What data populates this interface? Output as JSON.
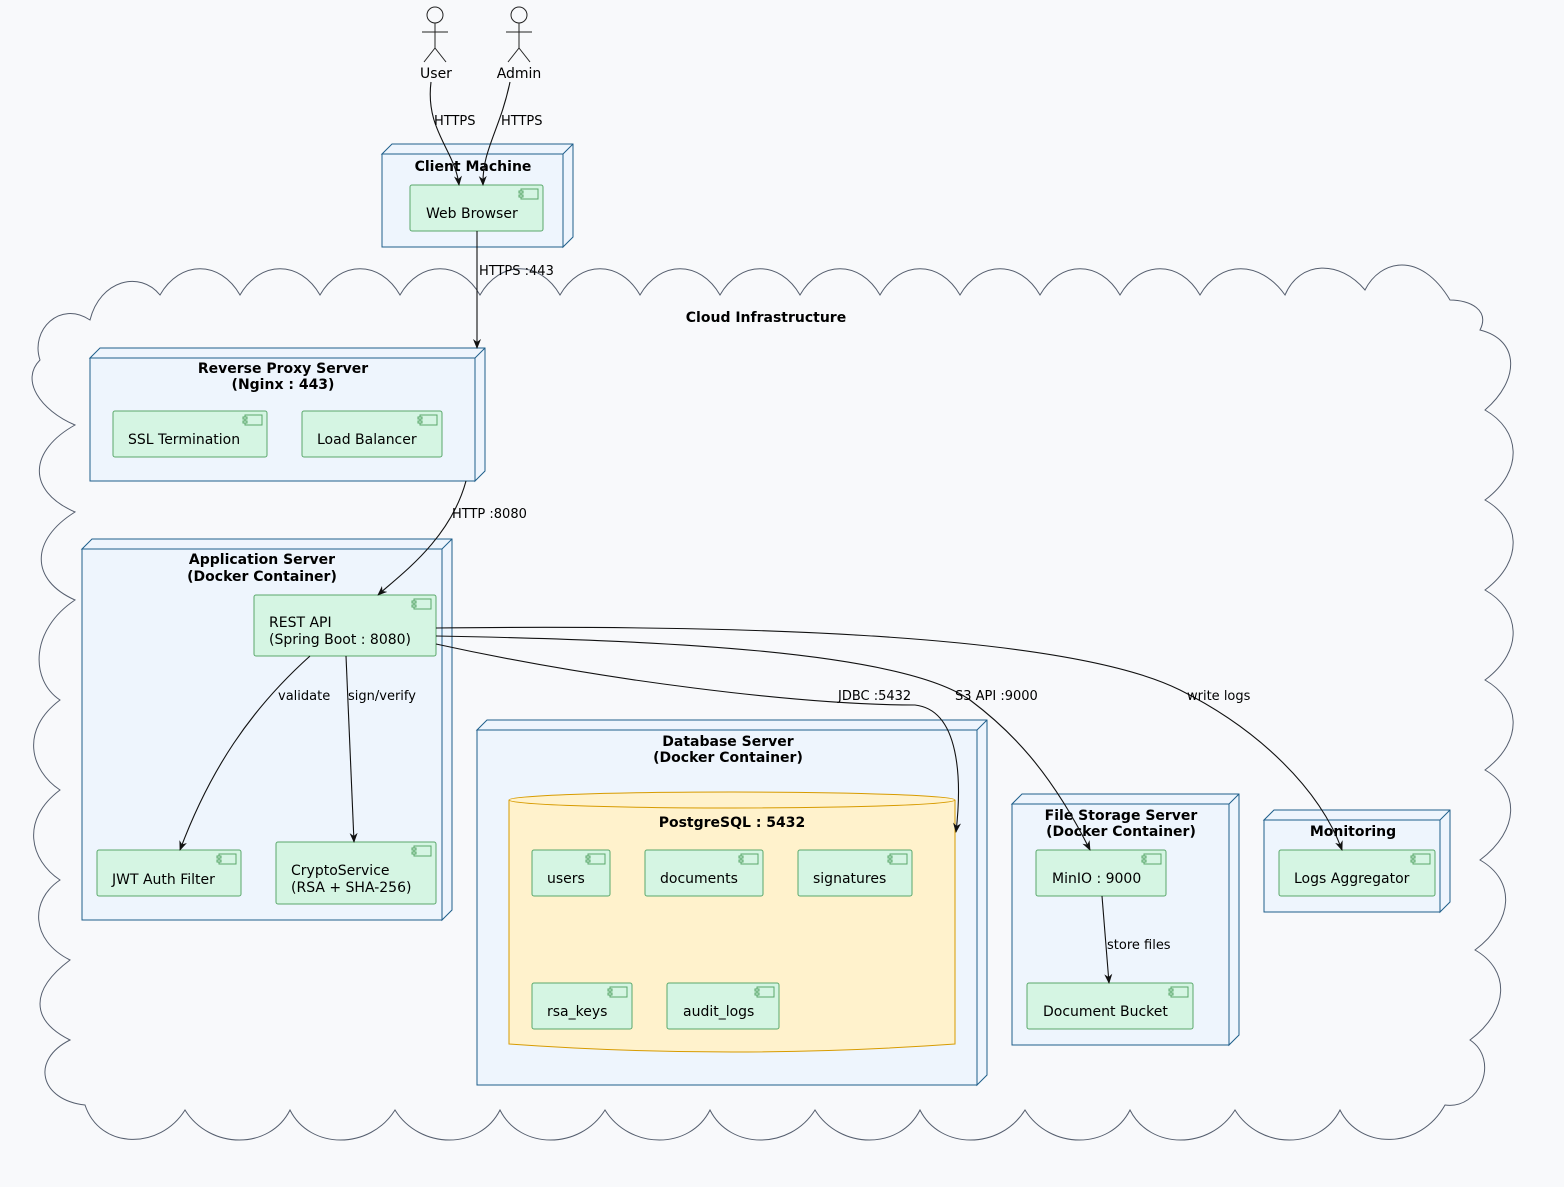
{
  "diagram": {
    "actors": {
      "user": "User",
      "admin": "Admin"
    },
    "cloud": {
      "title": "Cloud Infrastructure"
    },
    "nodes": {
      "client": {
        "title": "Client Machine"
      },
      "proxy": {
        "title_line1": "Reverse Proxy Server",
        "title_line2": "(Nginx : 443)"
      },
      "app": {
        "title_line1": "Application Server",
        "title_line2": "(Docker Container)"
      },
      "db": {
        "title_line1": "Database Server",
        "title_line2": "(Docker Container)"
      },
      "files": {
        "title_line1": "File Storage Server",
        "title_line2": "(Docker Container)"
      },
      "monitoring": {
        "title": "Monitoring"
      }
    },
    "database": {
      "title": "PostgreSQL : 5432"
    },
    "components": {
      "web_browser": "Web Browser",
      "ssl_termination": "SSL Termination",
      "load_balancer": "Load Balancer",
      "rest_api_line1": "REST API",
      "rest_api_line2": "(Spring Boot : 8080)",
      "jwt_filter": "JWT Auth Filter",
      "crypto_line1": "CryptoService",
      "crypto_line2": "(RSA + SHA-256)",
      "users": "users",
      "documents": "documents",
      "signatures": "signatures",
      "rsa_keys": "rsa_keys",
      "audit_logs": "audit_logs",
      "minio": "MinIO : 9000",
      "document_bucket": "Document Bucket",
      "logs_aggregator": "Logs Aggregator"
    },
    "edges": {
      "user_browser": "HTTPS",
      "admin_browser": "HTTPS",
      "browser_proxy": "HTTPS :443",
      "proxy_api": "HTTP :8080",
      "api_jwt": "validate",
      "api_crypto": "sign/verify",
      "api_db": "JDBC :5432",
      "api_minio": "S3 API :9000",
      "api_logs": "write logs",
      "minio_bucket": "store files"
    }
  }
}
